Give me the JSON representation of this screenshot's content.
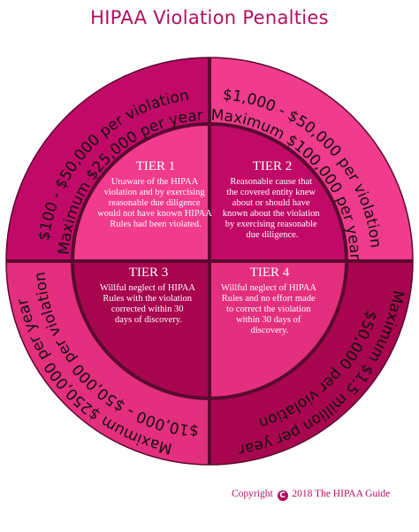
{
  "title": "HIPAA Violation Penalties",
  "colors": {
    "outer_top_left": "#c10a67",
    "outer_top_right": "#f13b8c",
    "outer_bottom_left": "#e42e7e",
    "outer_bottom_right": "#a8064f",
    "inner_top_left": "#f13b8c",
    "inner_top_right": "#c10a67",
    "inner_bottom_left": "#a8064f",
    "inner_bottom_right": "#e42e7e",
    "divider": "#5a0a30",
    "title": "#b0105f"
  },
  "penalties": [
    {
      "line1": "$100 - $50,000 per violation",
      "line2": "Maximum $25,000 per year"
    },
    {
      "line1": "$1,000 - $50,000 per violation",
      "line2": "Maximum $100,000 per year"
    },
    {
      "line1": "$50,000 per violation",
      "line2": "Maximum $1.5 million per year"
    },
    {
      "line1": "$10,000 - $50,000 per violation",
      "line2": "Maximum $250,000 per year"
    }
  ],
  "tiers": [
    {
      "name": "TIER 1",
      "desc": [
        "Unaware of the HIPAA",
        "violation and by exercising",
        "reasonable due diligence",
        "would not have known HIPAA",
        "Rules had been violated."
      ]
    },
    {
      "name": "TIER 2",
      "desc": [
        "Reasonable cause that",
        "the covered entity knew",
        "about or should have",
        "known about the violation",
        "by exercising reasonable",
        "due diligence."
      ]
    },
    {
      "name": "TIER 3",
      "desc": [
        "Willful neglect of HIPAA",
        "Rules with the violation",
        "corrected within 30",
        "days of discovery."
      ]
    },
    {
      "name": "TIER 4",
      "desc": [
        "Willful neglect of HIPAA",
        "Rules and no effort made",
        "to correct the violation",
        "within 30 days of",
        "discovery."
      ]
    }
  ],
  "copyright": {
    "prefix": "Copyright",
    "symbol": "C",
    "suffix": "2018 The HIPAA Guide"
  }
}
